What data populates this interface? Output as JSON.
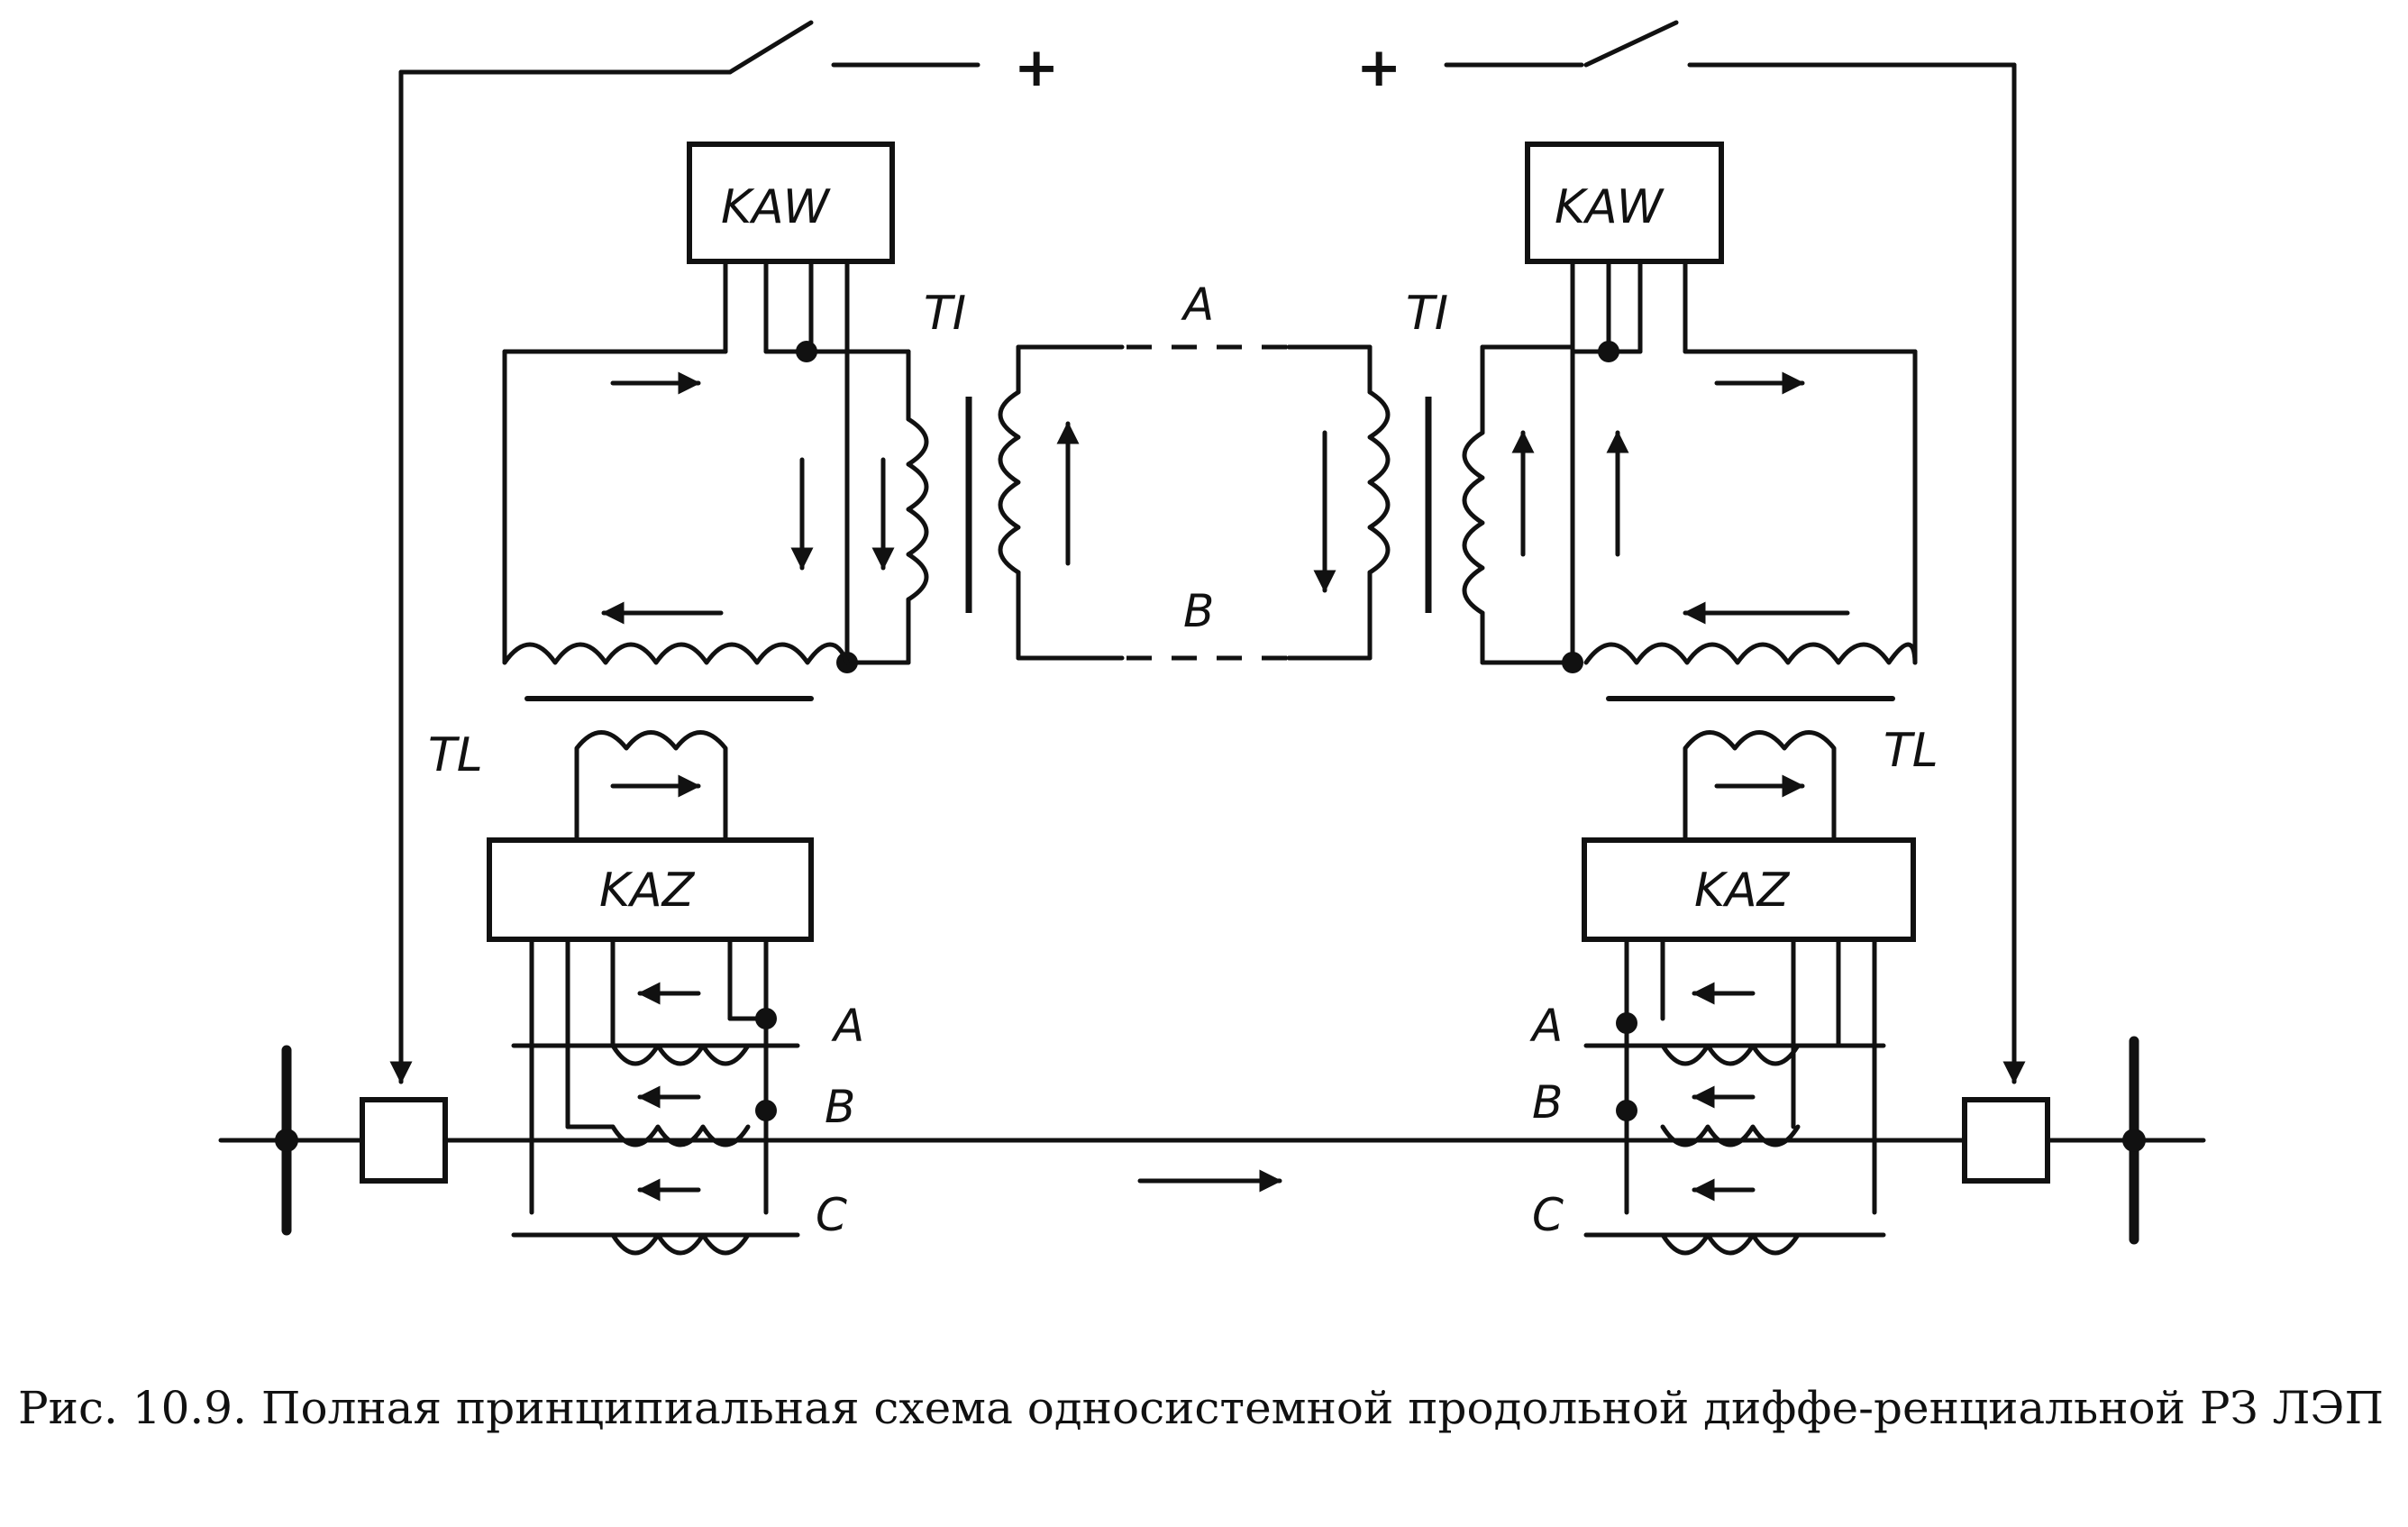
{
  "diagram": {
    "left": {
      "relay_kaw": "KAW",
      "relay_kaz": "KAZ",
      "transformer_ti": "TI",
      "transformer_tl": "TL",
      "phase_labels": [
        "A",
        "B",
        "C"
      ],
      "supply": "+"
    },
    "right": {
      "relay_kaw": "KAW",
      "relay_kaz": "KAZ",
      "transformer_ti": "TI",
      "transformer_tl": "TL",
      "phase_labels": [
        "A",
        "B",
        "C"
      ],
      "supply": "+"
    },
    "pilot_wires": [
      "A",
      "B"
    ]
  },
  "caption": {
    "text": "Рис. 10.9. Полная принципиальная схема односистемной продольной диффе-ренциальной РЗ ЛЭП"
  }
}
